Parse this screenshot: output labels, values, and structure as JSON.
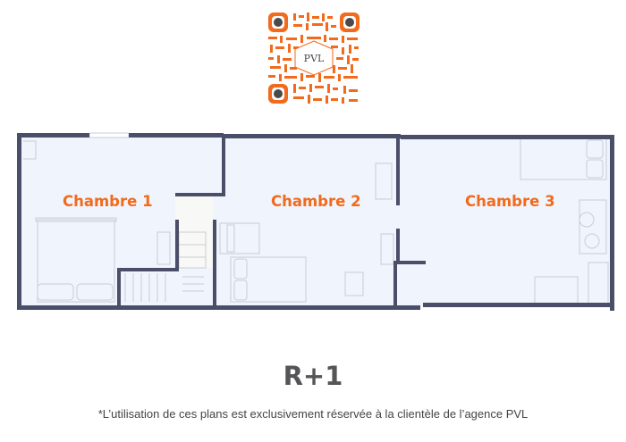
{
  "qr_code": {
    "logo_text": "PVL",
    "color": "#f26a1b"
  },
  "floor_plan": {
    "rooms": [
      {
        "label": "Chambre 1"
      },
      {
        "label": "Chambre 2"
      },
      {
        "label": "Chambre 3"
      }
    ],
    "wall_color": "#4a4e69",
    "floor_color": "#f0f4fc",
    "label_color": "#f26a1b"
  },
  "floor_title": "R+1",
  "disclaimer": "*L’utilisation de ces plans est exclusivement réservée à la clientèle de l’agence PVL"
}
